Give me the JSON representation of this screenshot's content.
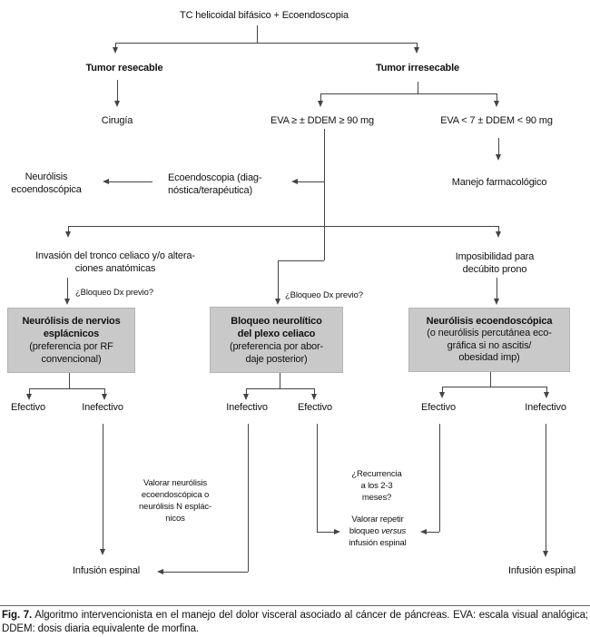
{
  "colors": {
    "box_fill": "#c9c9c9",
    "line": "#444444",
    "text": "#111111"
  },
  "nodes": {
    "root": "TC helicoidal bifásico + Ecoendoscopia",
    "tumor_resecable": "Tumor resecable",
    "tumor_irresecable": "Tumor irresecable",
    "cirugia": "Cirugía",
    "eva_alta": "EVA ≥ ± DDEM ≥ 90 mg",
    "eva_baja": "EVA < 7 ± DDEM < 90 mg",
    "neurolisis_eco": [
      "Neurólisis",
      "ecoendoscópica"
    ],
    "ecoendoscopia": [
      "Ecoendoscopia (diag-",
      "nóstica/terapéutica)"
    ],
    "manejo": "Manejo farmacológico",
    "invasion": [
      "Invasión del tronco celiaco y/o altera-",
      "ciones anatómicas"
    ],
    "imposibilidad": [
      "Imposibilidad para",
      "decúbito prono"
    ],
    "bloqueo_dx_1": "¿Bloqueo Dx previo?",
    "bloqueo_dx_2": "¿Bloqueo Dx previo?",
    "box_esplacnicos": [
      "Neurólisis de nervios",
      "esplácnicos",
      "(preferencia por RF",
      "convencional)"
    ],
    "box_plexo": [
      "Bloqueo neurolítico",
      "del plexo celiaco",
      "(preferencia por abor-",
      "daje posterior)"
    ],
    "box_ecoendoscopica": [
      "Neurólisis ecoendoscópica",
      "(o neurólisis percutánea eco-",
      "gráfica si no ascitis/",
      "obesidad imp)"
    ],
    "outcomes": {
      "efectivo": "Efectivo",
      "inefectivo": "Inefectivo"
    },
    "valorar_neurolisis": [
      "Valorar neurólisis",
      "ecoendoscópica o",
      "neurólisis N esplác-",
      "nicos"
    ],
    "recurrencia": [
      "¿Recurrencia",
      "a los 2-3",
      "meses?"
    ],
    "valorar_repetir": {
      "l1": "Valorar repetir",
      "l2a": "bloqueo ",
      "l2b": "versus",
      "l3": "infusión espinal"
    },
    "infusion_izq": "Infusión espinal",
    "infusion_der": "Infusión espinal"
  },
  "figure": {
    "caption_bold": "Fig. 7.",
    "caption_rest": "Algoritmo intervencionista en el manejo del dolor visceral asociado al cáncer de páncreas. EVA: escala visual analógica; DDEM: dosis diaria equivalente de morfina."
  }
}
